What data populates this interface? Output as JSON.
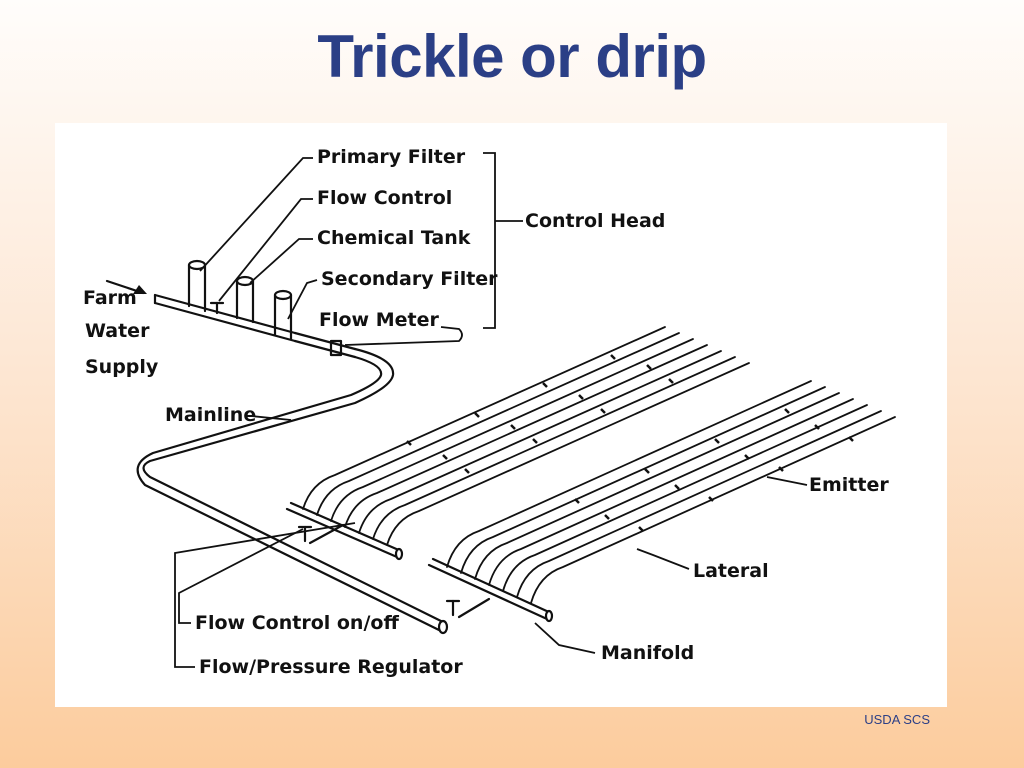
{
  "slide": {
    "title": "Trickle or drip",
    "credit": "USDA SCS"
  },
  "diagram": {
    "labels": {
      "primary_filter": "Primary Filter",
      "flow_control": "Flow Control",
      "chemical_tank": "Chemical Tank",
      "secondary_filter": "Secondary Filter",
      "flow_meter": "Flow Meter",
      "control_head": "Control Head",
      "farm": "Farm",
      "water": "Water",
      "supply": "Supply",
      "mainline": "Mainline",
      "emitter": "Emitter",
      "lateral": "Lateral",
      "manifold": "Manifold",
      "flow_control_onoff": "Flow Control on/off",
      "flow_pressure_regulator": "Flow/Pressure Regulator"
    }
  },
  "colors": {
    "title": "#2b3f86",
    "ink": "#111111",
    "panel": "#ffffff"
  }
}
